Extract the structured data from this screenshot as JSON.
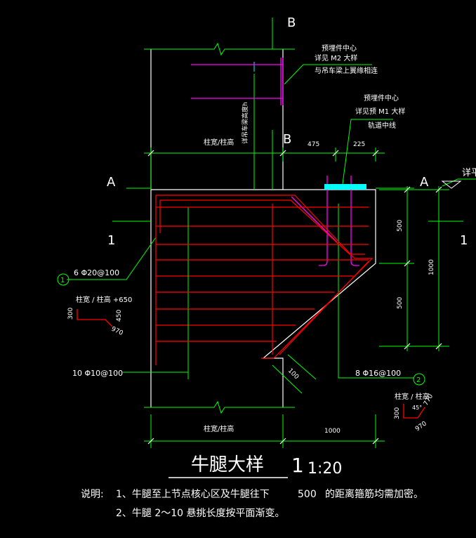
{
  "drawing": {
    "title": "牛腿大样",
    "section_number": "1",
    "scale": "1:20"
  },
  "section_marks": {
    "B_top": "B",
    "B_mid": "B",
    "A_left": "A",
    "A_right": "A",
    "one_left": "1",
    "one_right": "1",
    "detail_right": "详平"
  },
  "callouts": {
    "m2_line1": "预埋件中心",
    "m2_line2": "详见 M2 大样",
    "m2_line3": "与吊车梁上翼缘相连",
    "m1_line1": "预埋件中心",
    "m1_line2": "详见预 M1 大样",
    "m1_line3": "轨道中线",
    "vertical_note": "详吊车梁高度h"
  },
  "dimensions": {
    "top_span_label": "柱宽/柱高",
    "d475": "475",
    "d225": "225",
    "d500_upper": "500",
    "d500_lower": "500",
    "d1000": "1000",
    "bottom_span_label": "柱宽/柱高",
    "bottom_right": "1000",
    "slope_dim": "100"
  },
  "rebar": {
    "bar1_label": "6 Φ20@100",
    "bar1_marker": "1",
    "bar1_shape_title": "柱宽 / 柱高 +650",
    "bar1_dim_300": "300",
    "bar1_dim_450": "450",
    "bar1_dim_970": "970",
    "stirrup_label": "10 Φ10@100",
    "bar2_label": "8 Φ16@100",
    "bar2_marker": "2",
    "bar2_shape_title": "柱宽 / 柱高",
    "bar2_dim_300": "300",
    "bar2_dim_770": "770",
    "bar2_dim_970": "970",
    "bar2_angle": "45°"
  },
  "notes": {
    "line1_prefix": "说明:",
    "line1_text": "1、牛腿至上节点核心区及牛腿往下",
    "line1_value": "500",
    "line1_suffix": "的距离箍筋均需加密。",
    "line2_text": "2、牛腿  2～10  悬挑长度按平面渐变。"
  },
  "colors": {
    "background": "#000000",
    "outline": "#ffffff",
    "dimension": "#00ff00",
    "rebar": "#ff0000",
    "embedded": "#ff00ff",
    "axis": "#00ffff"
  }
}
